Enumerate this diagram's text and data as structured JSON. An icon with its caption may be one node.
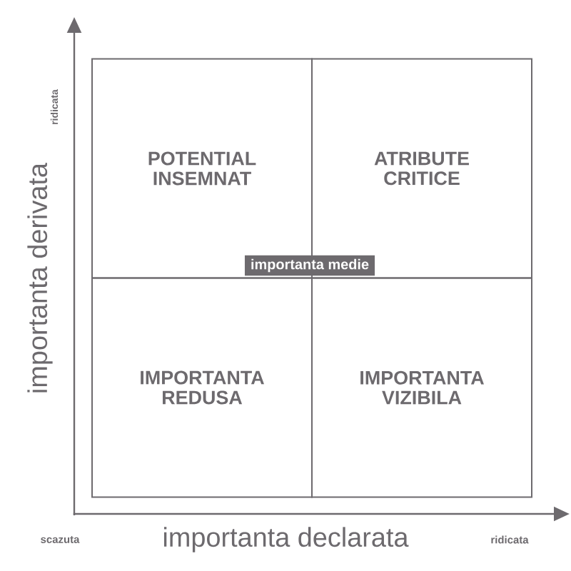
{
  "diagram": {
    "nodes": [
      {
        "text": [
          "POTENTIAL INSEMNAT"
        ]
      },
      {
        "text": [
          "ATRIBUTE CRITICE"
        ]
      },
      {
        "text": [
          "IMPORTANTA REDUSA"
        ]
      },
      {
        "text": [
          "IMPORTANTA VIZIBILA"
        ]
      },
      {
        "text": [
          "importanta medie"
        ]
      }
    ],
    "edges": [],
    "labels": [
      "ridicata",
      "importanta derivata",
      "scazuta",
      "importanta declarata",
      "ridicata"
    ]
  }
}
